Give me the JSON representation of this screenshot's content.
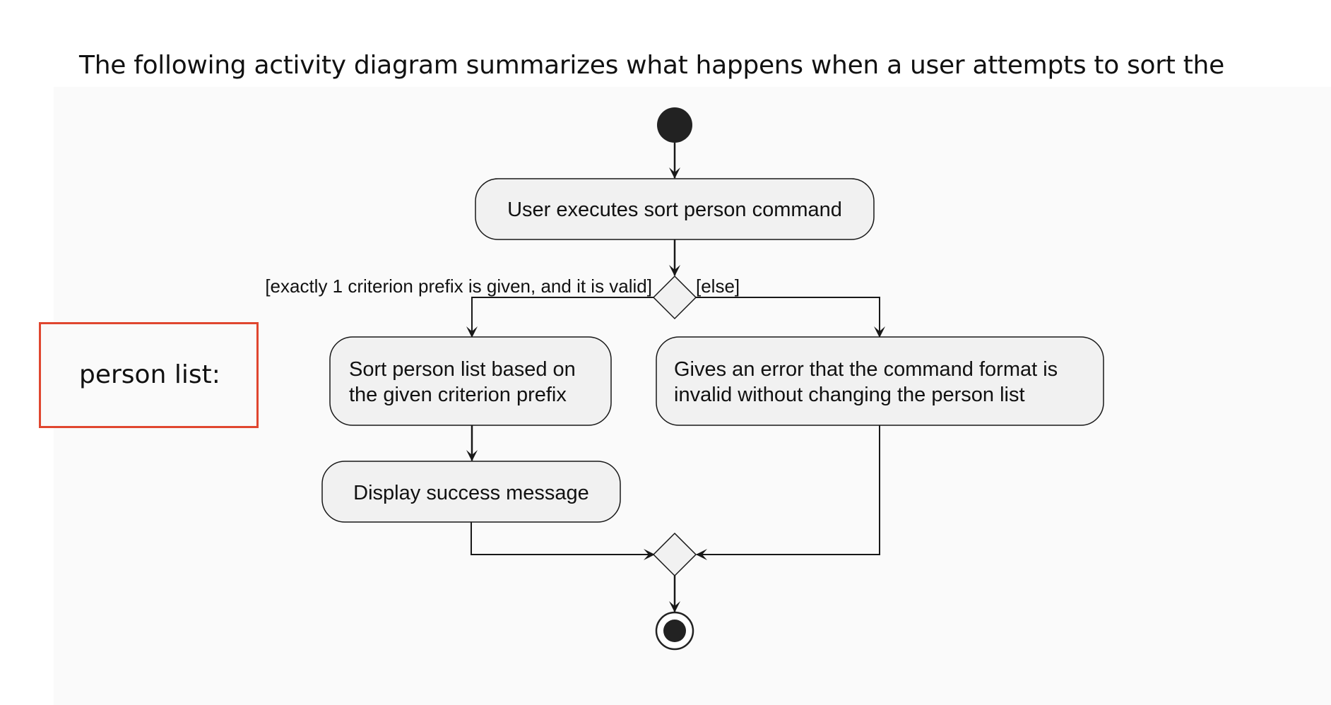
{
  "intro_text": "The following activity diagram summarizes what happens when a user attempts to sort the",
  "highlight_text": "person list:",
  "colors": {
    "highlight_border": "#e0462f",
    "activity_fill": "#f1f1f1",
    "line": "#181818",
    "node": "#222222"
  },
  "diagram": {
    "activities": {
      "execute": "User executes sort person command",
      "sort_line1": "Sort person list based on",
      "sort_line2": "the given criterion prefix",
      "error_line1": "Gives an error that the command format is",
      "error_line2": "invalid without changing the person list",
      "success": "Display success message"
    },
    "guards": {
      "valid": "[exactly 1 criterion prefix is given, and it is valid]",
      "else": "[else]"
    }
  }
}
